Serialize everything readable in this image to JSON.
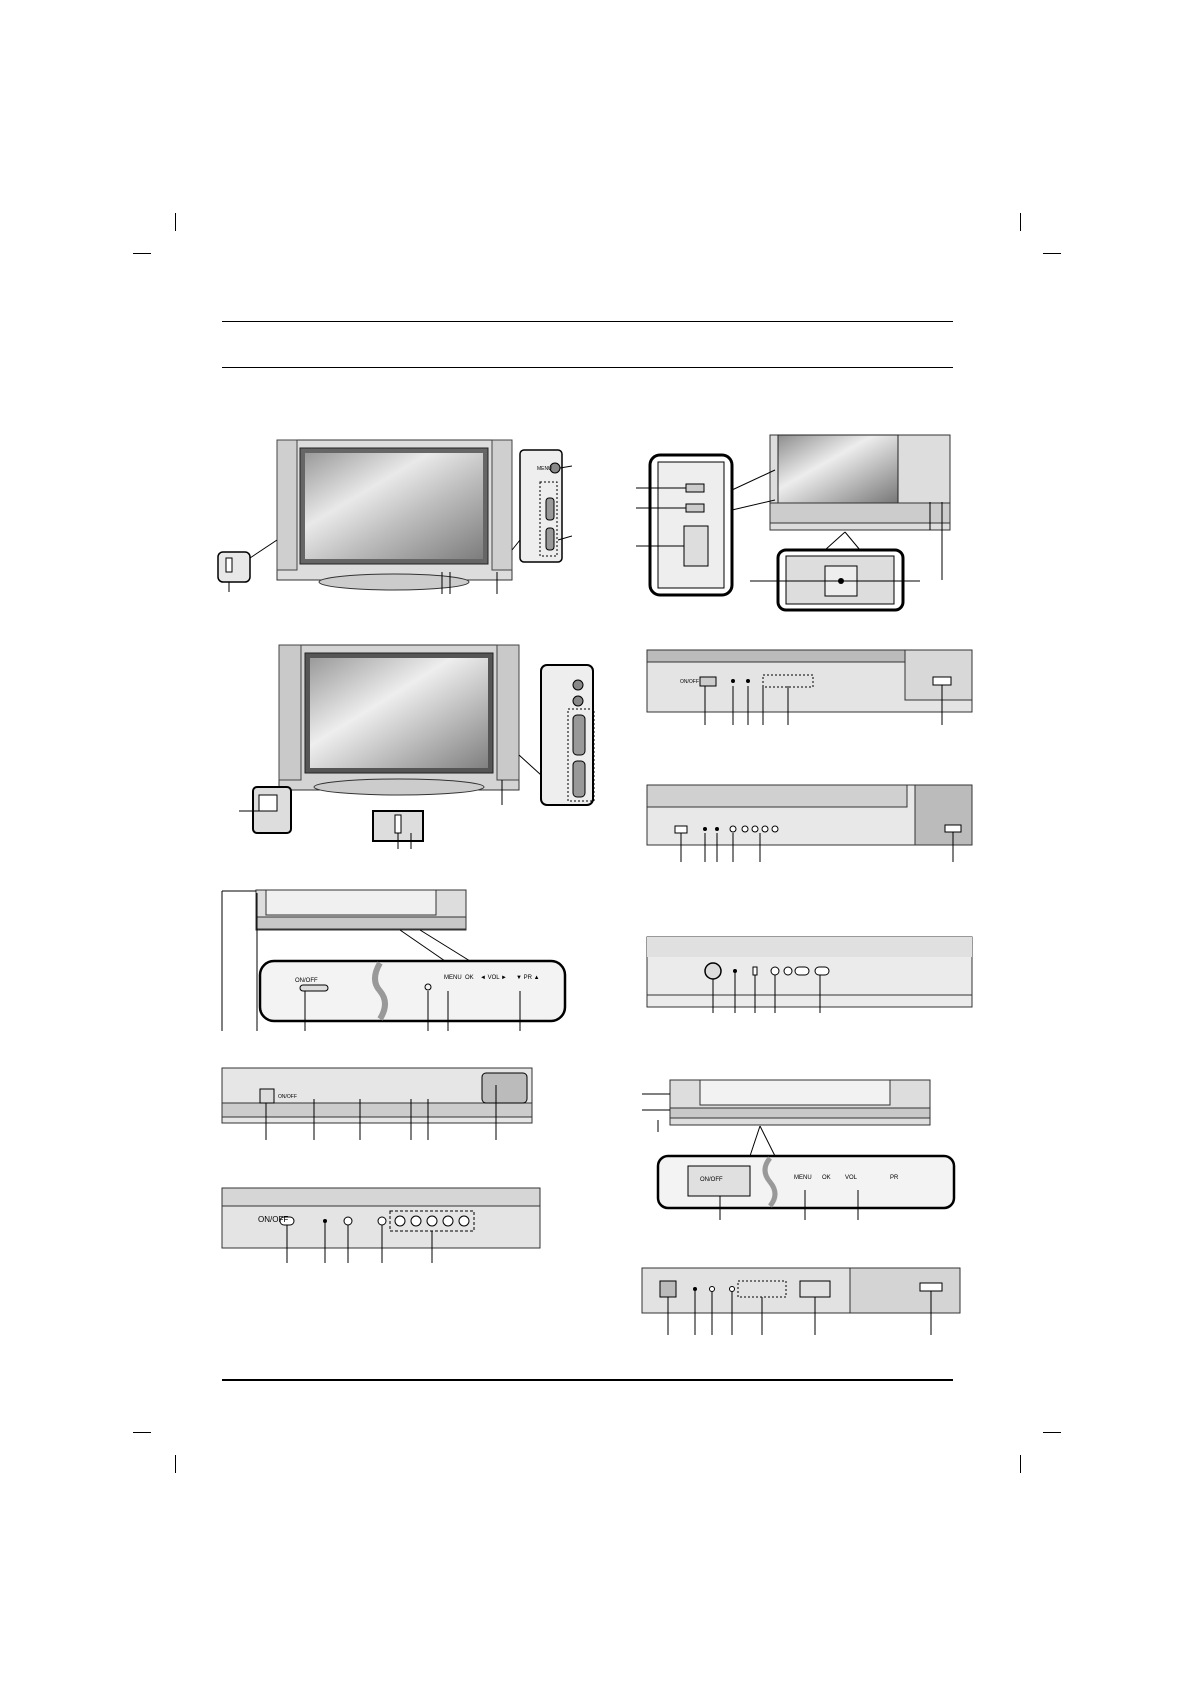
{
  "labels": {
    "menu": "MENU",
    "ok": "OK",
    "vol": "VOL",
    "pr": "PR",
    "on_off": "ON/OFF",
    "on_off_sym": "ON/OFF",
    "vol_arrows": "◄ VOL ►",
    "pr_arrows": "▼ PR ▲"
  }
}
